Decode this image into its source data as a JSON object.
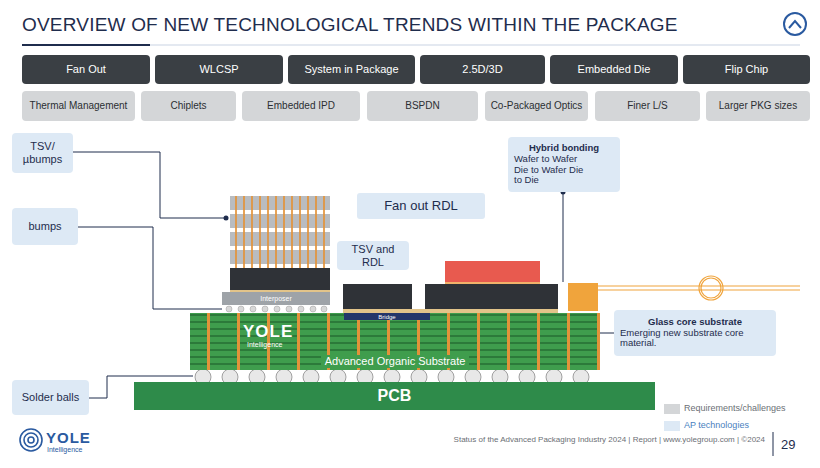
{
  "diagram": {
    "title": "OVERVIEW OF NEW TECHNOLOGICAL TRENDS WITHIN THE PACKAGE",
    "nodes": [
      {
        "text": [
          "Fan Out"
        ]
      },
      {
        "text": [
          "WLCSP"
        ]
      },
      {
        "text": [
          "System in Package"
        ]
      },
      {
        "text": [
          "2.5D/3D"
        ]
      },
      {
        "text": [
          "Embedded Die"
        ]
      },
      {
        "text": [
          "Flip Chip"
        ]
      },
      {
        "text": [
          "Thermal Management"
        ]
      },
      {
        "text": [
          "Chiplets"
        ]
      },
      {
        "text": [
          "Embedded IPD"
        ]
      },
      {
        "text": [
          "BSPDN"
        ]
      },
      {
        "text": [
          "Co-Packaged Optics"
        ]
      },
      {
        "text": [
          "Finer L/S"
        ]
      },
      {
        "text": [
          "Larger PKG sizes"
        ]
      },
      {
        "text": [
          "TSV/ µbumps"
        ]
      },
      {
        "text": [
          "Hybrid bonding",
          "Wafer to Wafer Die to Wafer Die to Die"
        ]
      },
      {
        "text": [
          "Fan out RDL"
        ]
      },
      {
        "text": [
          "bumps"
        ]
      },
      {
        "text": [
          "TSV and RDL"
        ]
      },
      {
        "text": [
          "Interposer"
        ]
      },
      {
        "text": [
          "Advanced Organic Substrate"
        ]
      },
      {
        "text": [
          "Bridge"
        ],
        "in": 19
      },
      {
        "text": [
          "Glass core substrate",
          "Emerging new substrate core material."
        ]
      },
      {
        "text": [
          "Solder balls"
        ]
      },
      {
        "text": [
          "PCB"
        ]
      }
    ],
    "edges": [
      {
        "from": 21,
        "to": 19,
        "arrow": "none"
      }
    ],
    "labels": [
      "YOLE",
      "Intelligence",
      "YOLE",
      "Intelligence",
      "Status of the Advanced Packaging Industry 2024 | Report | www.yolegroup.com | ©2024",
      "29"
    ],
    "legend": [
      {
        "text": "Requirements/challenges",
        "color": "#d4d6d8"
      },
      {
        "text": "AP technologies",
        "color": "#dde9f5"
      }
    ]
  }
}
